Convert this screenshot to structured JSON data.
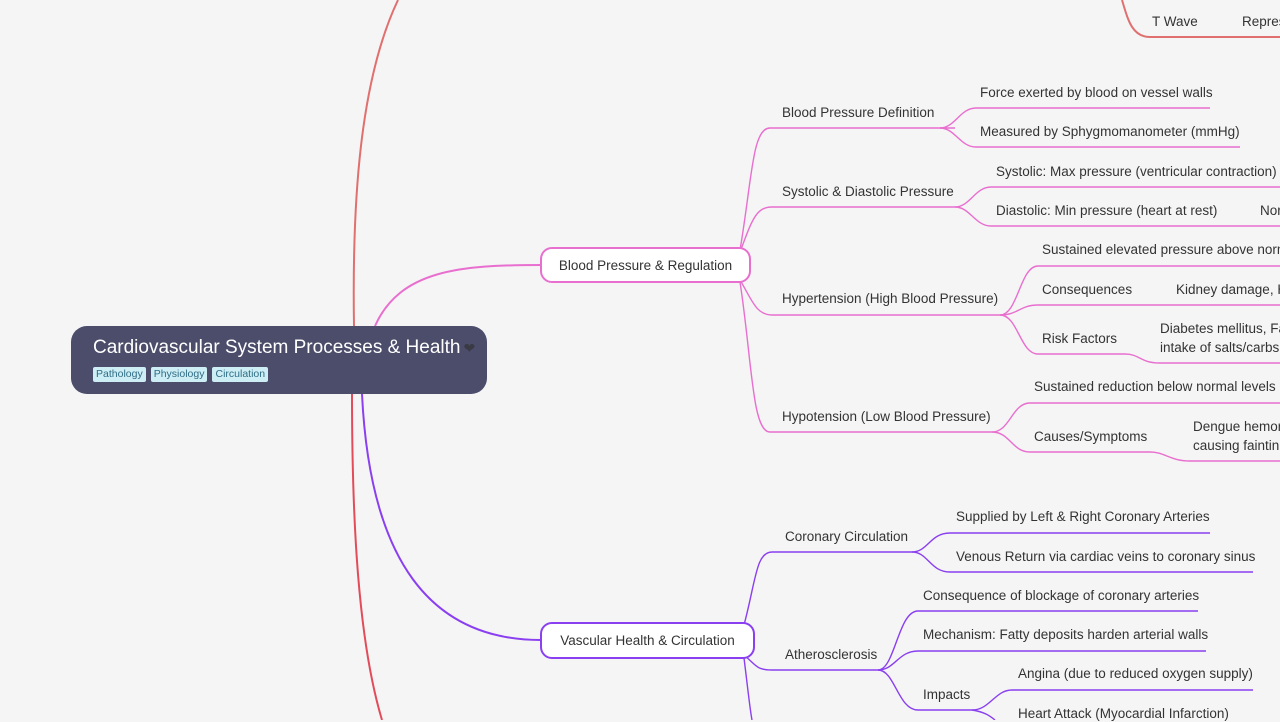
{
  "root": {
    "title": "Cardiovascular System Processes & Health",
    "icon": "heart-icon",
    "tags": [
      "Pathology",
      "Physiology",
      "Circulation"
    ]
  },
  "colors": {
    "background": "#f5f5f5",
    "root_fill": "#4b4d6b",
    "branch_pink": "#e86fcf",
    "branch_purple": "#8a3ff0",
    "branch_red": "#e24c5a",
    "branch_salmon": "#e07070",
    "tag_fill": "#cdeef5"
  },
  "top_partial": {
    "node": "T Wave",
    "detail": "Repres"
  },
  "blood_pressure": {
    "label": "Blood Pressure & Regulation",
    "definition": {
      "label": "Blood Pressure Definition",
      "items": [
        "Force exerted by blood on vessel walls",
        "Measured by Sphygmomanometer (mmHg)"
      ]
    },
    "sys_dia": {
      "label": "Systolic & Diastolic Pressure",
      "items": [
        "Systolic: Max pressure (ventricular contraction)",
        "Diastolic: Min pressure (heart at rest)"
      ],
      "extra": "Nor"
    },
    "hypertension": {
      "label": "Hypertension (High Blood Pressure)",
      "items": [
        "Sustained elevated pressure above norm"
      ],
      "consequences": {
        "label": "Consequences",
        "detail": "Kidney damage, H"
      },
      "risk_factors": {
        "label": "Risk Factors",
        "detail": "Diabetes mellitus, Fa\nintake of salts/carbs"
      }
    },
    "hypotension": {
      "label": "Hypotension (Low Blood Pressure)",
      "items": [
        "Sustained reduction below normal levels"
      ],
      "causes": {
        "label": "Causes/Symptoms",
        "detail": "Dengue hemor\ncausing faintin"
      }
    }
  },
  "vascular": {
    "label": "Vascular Health & Circulation",
    "coronary": {
      "label": "Coronary Circulation",
      "items": [
        "Supplied by Left & Right Coronary Arteries",
        "Venous Return via cardiac veins to coronary sinus"
      ]
    },
    "athero": {
      "label": "Atherosclerosis",
      "items": [
        "Consequence of blockage of coronary arteries",
        "Mechanism: Fatty deposits harden arterial walls"
      ],
      "impacts": {
        "label": "Impacts",
        "items": [
          "Angina (due to reduced oxygen supply)",
          "Heart Attack (Myocardial Infarction)"
        ]
      }
    }
  }
}
